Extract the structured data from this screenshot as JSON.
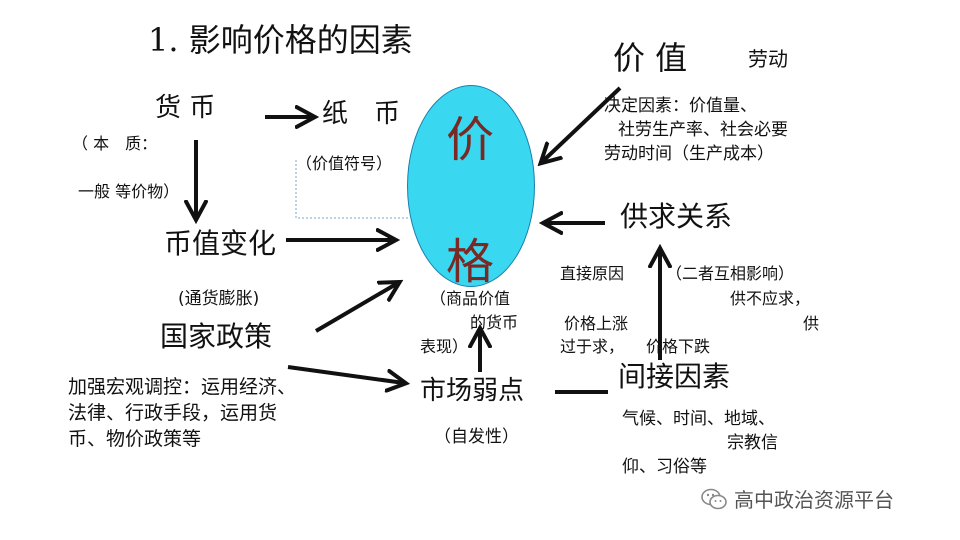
{
  "title": "1. 影响价格的因素",
  "center": {
    "char1": "价",
    "char2": "格"
  },
  "money": {
    "label": "货 币",
    "essence_line1": "（ 本　质：",
    "essence_line2": "一般 等价物）"
  },
  "paper_money": {
    "label": "纸　币",
    "note": "（价值符号）"
  },
  "value_change": {
    "label": "币值变化",
    "note": "(通货膨胀)"
  },
  "policy": {
    "label": "国家政策",
    "desc_line1": "加强宏观调控：运用经济、",
    "desc_line2": "法律、行政手段，运用货",
    "desc_line3": "币、物价政策等"
  },
  "market": {
    "label": "市场弱点",
    "note": "（自发性）",
    "commodity_line1": "（商品价值",
    "commodity_line2": "的货币",
    "commodity_line3": "表现）"
  },
  "value": {
    "label": "价 值",
    "labor": "劳动",
    "det_line1": "决定因素：价值量、",
    "det_line2": "社劳生产率、社会必要",
    "det_line3": "劳动时间（生产成本）"
  },
  "supply_demand": {
    "label": "供求关系",
    "direct_cause": "直接原因",
    "mutual": "（二者互相影响）",
    "short_supply": "供不应求，",
    "price_up": "价格上涨",
    "oversupply": "供",
    "excess": "过于求，",
    "price_down": "价格下跌"
  },
  "indirect": {
    "label": "间接因素",
    "line1": "气候、时间、地域、",
    "line2": "宗教信",
    "line3": "仰、习俗等"
  },
  "watermark": {
    "text": "高中政治资源平台",
    "icon": "wechat-icon"
  }
}
